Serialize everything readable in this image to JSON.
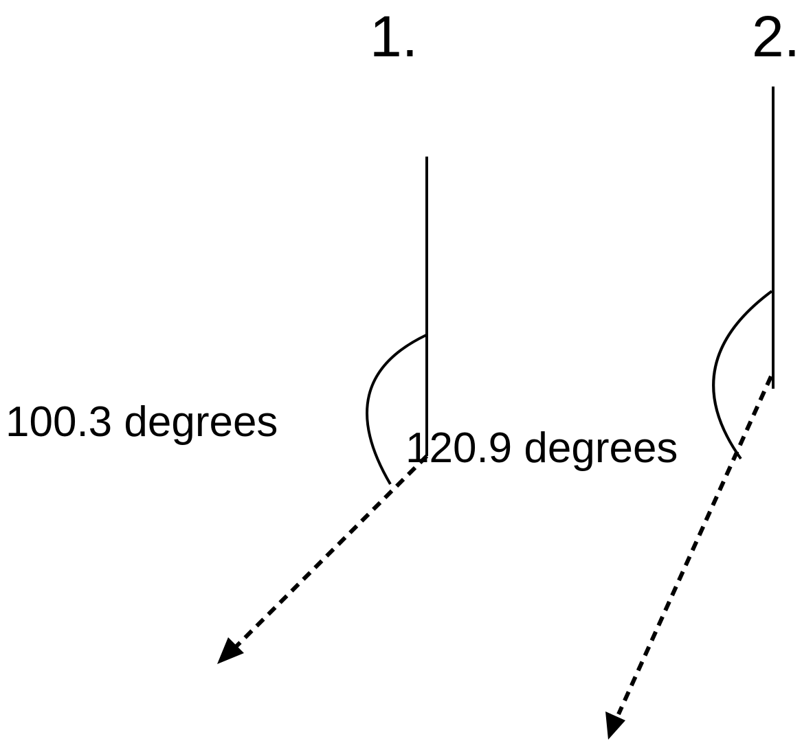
{
  "figures": [
    {
      "number_label": "1.",
      "angle_label": "100.3 degrees"
    },
    {
      "number_label": "2.",
      "angle_label": "120.9 degrees"
    }
  ],
  "colors": {
    "ink": "#000000",
    "background": "#ffffff"
  }
}
